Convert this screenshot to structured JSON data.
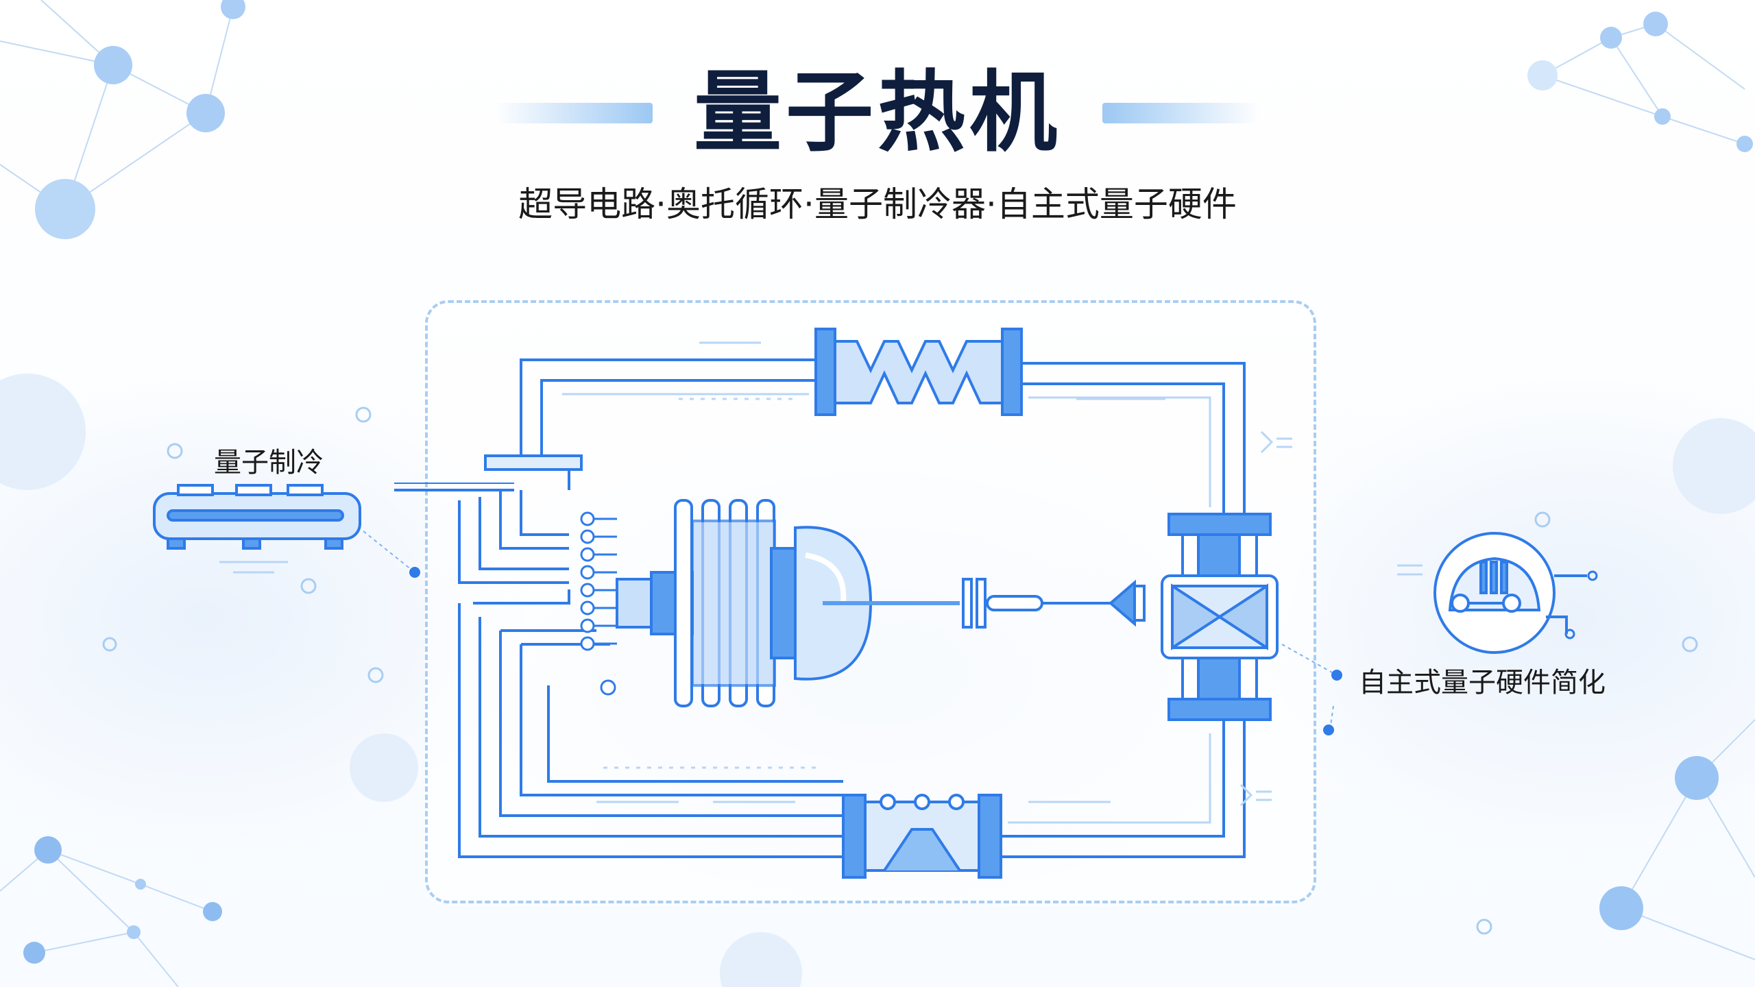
{
  "title": "量子热机",
  "subtitle": "超导电路·奥托循环·量子制冷器·自主式量子硬件",
  "labels": {
    "quantum_cooling": "量子制冷",
    "autonomous_hardware": "自主式量子硬件简化"
  },
  "colors": {
    "accent": "#2f7be8",
    "accent_light": "#a9cdf1",
    "title": "#0f1e3d"
  }
}
